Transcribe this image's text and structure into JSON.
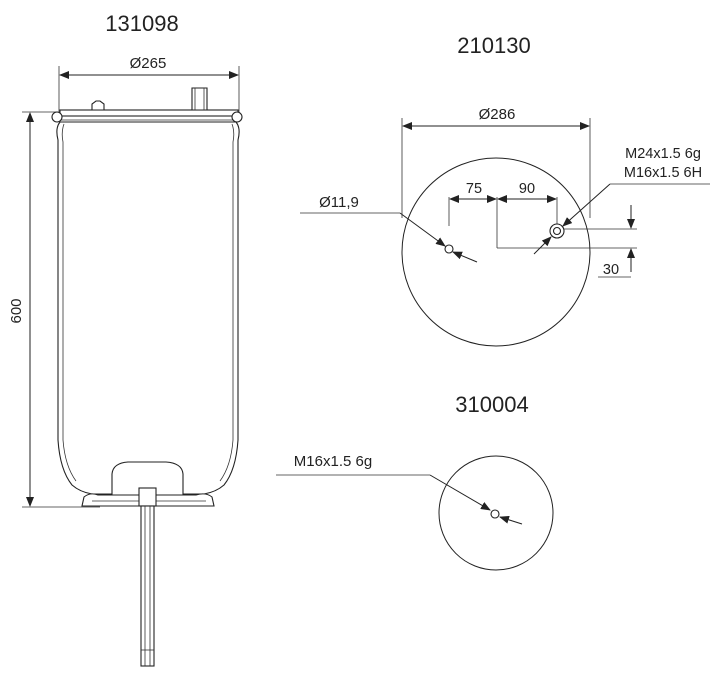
{
  "drawing": {
    "air_spring": {
      "part_number": "131098",
      "diameter_label": "Ø265",
      "height_label": "600"
    },
    "top_plate": {
      "part_number": "210130",
      "diameter_label": "Ø286",
      "hole_label": "Ø11,9",
      "offset_left_label": "75",
      "offset_right_label": "90",
      "offset_vertical_label": "30",
      "thread_outer_label": "M24x1.5 6g",
      "thread_inner_label": "M16x1.5 6H"
    },
    "bottom_plate": {
      "part_number": "310004",
      "thread_label": "M16x1.5 6g"
    }
  }
}
